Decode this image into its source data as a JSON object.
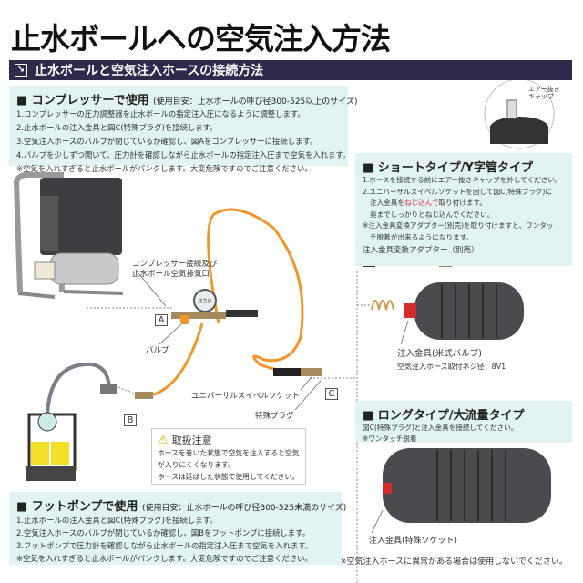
{
  "title": "止水ボールへの空気注入方法",
  "section_bar": {
    "icon": "arrow-down-right-icon",
    "label": "止水ボールと空気注入ホースの接続方法"
  },
  "compressor": {
    "heading": "■ コンプレッサーで使用",
    "note": "(使用目安：止水ボールの呼び径300-525以上のサイズ)",
    "steps": [
      "1.コンプレッサーの圧力調整器を止水ボールの指定注入圧になるように調整します。",
      "2.止水ボールの注入金具と図C(特殊プラグ)を接続します。",
      "3.空気注入ホースのバルブが閉じているか確認し、図Aをコンプレッサーに接続します。",
      "4.バルブを少しずつ開いて、圧力計を確認しながら止水ボールの指定注入圧まで空気を入れます。"
    ],
    "warning": "※空気を入れすぎると止水ボールがパンクします。大変危険ですのでご注意ください。"
  },
  "cap_label": [
    "エアー抜き",
    "キャップ"
  ],
  "short_type": {
    "heading": "■ ショートタイプ/Y字管タイプ",
    "lines": [
      "1.ホースを接続する前にエアー抜きキャップを外してください。",
      "2.ユニバーサルスイベルソケットを回して図C(特殊プラグ)に"
    ],
    "line3_pre": "注入金具を",
    "line3_red": "ねじ込んで",
    "line3_post": "取り付けます。",
    "line4": "奥までしっかりとねじ込んでください。",
    "note": [
      "※注入金具変換アダプター(別売)を取り付けますと、ワンタッ",
      "チ脱着が出来るようになります。"
    ],
    "adapter_label": "注入金具変換アダプター（別売）"
  },
  "ball1": {
    "label": "注入金具(米式バルブ)",
    "sub": "空気注入ホース取付ネジ径：8V1"
  },
  "long_type": {
    "heading": "■ ロングタイプ/大流量タイプ",
    "lines": [
      "図C(特殊プラグ)と注入金具を接続してください。",
      "※ワンタッチ脱着"
    ]
  },
  "ball2": {
    "label": "注入金具(特殊ソケット)"
  },
  "bottom_warning": "※空気注入ホースに異常がある場合は使用しないでください。",
  "labels": {
    "compressor_port": [
      "コンプレッサー接続及び",
      "止水ボール空気排気口"
    ],
    "a": "A",
    "b": "B",
    "c": "C",
    "valve": "バルブ",
    "swivel": "ユニバーサルスイベルソケット",
    "plug": "特殊プラグ",
    "gauge": "圧力計"
  },
  "caution": {
    "icon": "warning-icon",
    "heading": "取扱注意",
    "lines": [
      "ホースを巻いた状態で空気を注入すると空気",
      "が入りにくくなります。",
      "ホースは延ばした状態で使用してください。"
    ]
  },
  "foot_pump": {
    "heading": "■ フットポンプで使用",
    "note": "(使用目安：止水ボールの呼び径300-525未満のサイズ)",
    "steps": [
      "1.止水ボールの注入金具と図C(特殊プラグ)を接続します。",
      "2.空気注入ホースのバルブが閉じているか確認し、図Bをフットポンプに接続します。",
      "3.フットポンプで圧力計を確認しながら止水ボールの指定注入圧まで空気を入れます。"
    ],
    "warning": "※空気を入れすぎると止水ボールがパンクします。大変危険ですのでご注意ください。"
  },
  "colors": {
    "bar": "#2e2a4c",
    "box": "#e2f3f3",
    "warning": "#e0303a",
    "hose": "#f0962a"
  }
}
